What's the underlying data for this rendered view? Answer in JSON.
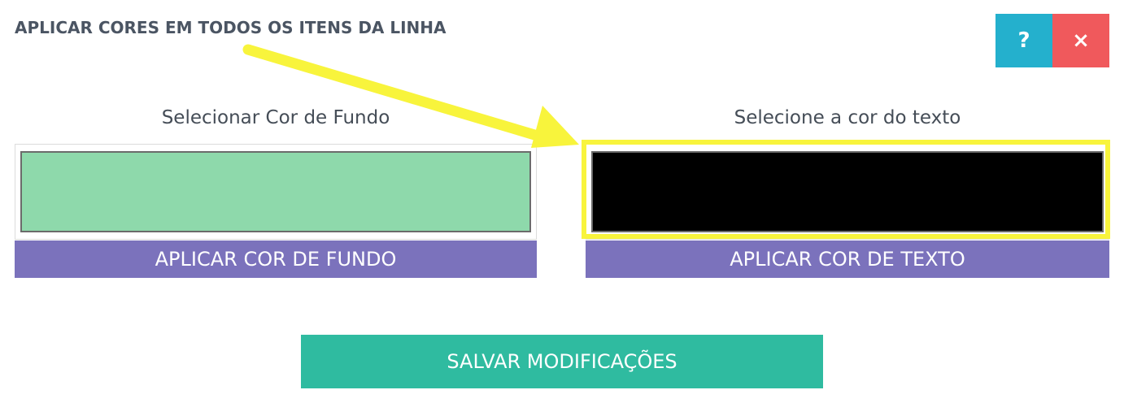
{
  "dialog": {
    "title": "APLICAR CORES EM TODOS OS ITENS DA LINHA",
    "help_label": "?",
    "close_label": "×"
  },
  "background_panel": {
    "label": "Selecionar Cor de Fundo",
    "color": "#8ed9ab",
    "apply_label": "APLICAR COR DE FUNDO"
  },
  "text_panel": {
    "label": "Selecione a cor do texto",
    "color": "#000000",
    "apply_label": "APLICAR COR DE TEXTO"
  },
  "footer": {
    "save_label": "SALVAR MODIFICAÇÕES"
  },
  "annotation": {
    "color": "#f8f43c"
  },
  "theme": {
    "help_color": "#24b0cd",
    "close_color": "#f0595c",
    "apply_color": "#7b72bc",
    "save_color": "#2fbba0"
  }
}
